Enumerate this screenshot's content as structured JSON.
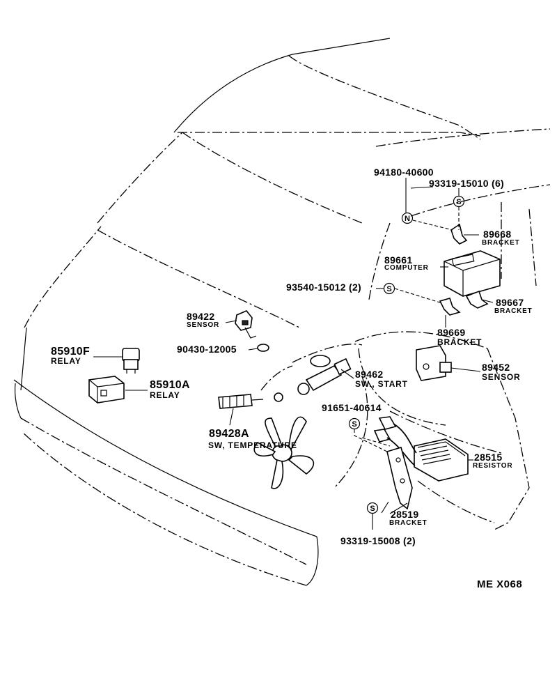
{
  "symbols": {
    "nut": "N",
    "screw": "S"
  },
  "parts": [
    {
      "id": "p94180",
      "number": "94180-40600",
      "name": ""
    },
    {
      "id": "p93319a",
      "number": "93319-15010 (6)",
      "name": ""
    },
    {
      "id": "p89668",
      "number": "89668",
      "name": "BRACKET"
    },
    {
      "id": "p89661",
      "number": "89661",
      "name": "COMPUTER"
    },
    {
      "id": "p93540",
      "number": "93540-15012 (2)",
      "name": ""
    },
    {
      "id": "p89667",
      "number": "89667",
      "name": "BRACKET"
    },
    {
      "id": "p89422",
      "number": "89422",
      "name": "SENSOR"
    },
    {
      "id": "p90430",
      "number": "90430-12005",
      "name": ""
    },
    {
      "id": "p89669",
      "number": "89669",
      "name": "BRACKET"
    },
    {
      "id": "p85910F",
      "number": "85910F",
      "name": "RELAY"
    },
    {
      "id": "p89462",
      "number": "89462",
      "name": "SW., START"
    },
    {
      "id": "p89452",
      "number": "89452",
      "name": "SENSOR"
    },
    {
      "id": "p85910A",
      "number": "85910A",
      "name": "RELAY"
    },
    {
      "id": "p91651",
      "number": "91651-40614",
      "name": ""
    },
    {
      "id": "p89428A",
      "number": "89428A",
      "name": "SW, TEMPERATURE"
    },
    {
      "id": "p28515",
      "number": "28515",
      "name": "RESISTOR"
    },
    {
      "id": "p28519",
      "number": "28519",
      "name": "BRACKET"
    },
    {
      "id": "p93319b",
      "number": "93319-15008 (2)",
      "name": ""
    }
  ],
  "diagram_code": "ME  X068"
}
